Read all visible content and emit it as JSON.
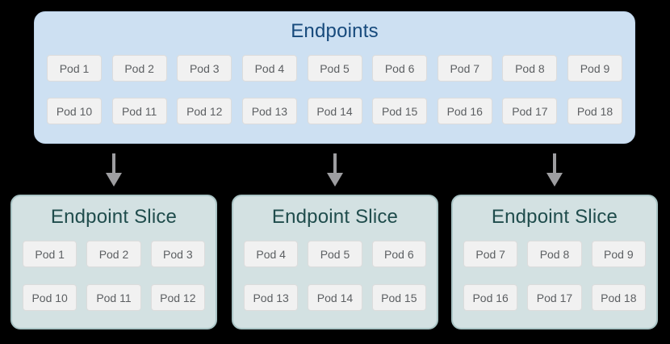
{
  "endpoints": {
    "title": "Endpoints",
    "row1": [
      "Pod 1",
      "Pod 2",
      "Pod 3",
      "Pod 4",
      "Pod 5",
      "Pod 6",
      "Pod 7",
      "Pod 8",
      "Pod 9"
    ],
    "row2": [
      "Pod 10",
      "Pod 11",
      "Pod 12",
      "Pod 13",
      "Pod 14",
      "Pod 15",
      "Pod 16",
      "Pod 17",
      "Pod 18"
    ]
  },
  "slices": [
    {
      "title": "Endpoint Slice",
      "row1": [
        "Pod 1",
        "Pod 2",
        "Pod 3"
      ],
      "row2": [
        "Pod 10",
        "Pod 11",
        "Pod 12"
      ]
    },
    {
      "title": "Endpoint Slice",
      "row1": [
        "Pod 4",
        "Pod 5",
        "Pod 6"
      ],
      "row2": [
        "Pod 13",
        "Pod 14",
        "Pod 15"
      ]
    },
    {
      "title": "Endpoint Slice",
      "row1": [
        "Pod 7",
        "Pod 8",
        "Pod 9"
      ],
      "row2": [
        "Pod 16",
        "Pod 17",
        "Pod 18"
      ]
    }
  ],
  "colors": {
    "page_background": "#000000",
    "endpoints_fill": "#cde0f2",
    "endpoints_title": "#174a7c",
    "slice_fill": "#d3e1e2",
    "slice_border": "#aac5c6",
    "slice_title": "#1f4c4c",
    "pod_fill": "#f1f1f1",
    "pod_border": "#dcdcdc",
    "pod_text": "#5c5f62",
    "arrow": "#9e9ea1"
  }
}
